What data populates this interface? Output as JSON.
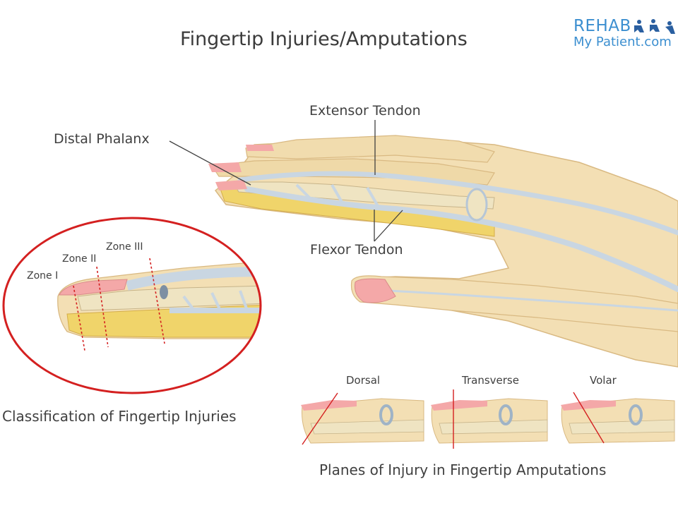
{
  "title": "Fingertip Injuries/Amputations",
  "logo": {
    "top_text": "REHAB",
    "bottom_text": "My Patient.com",
    "color": "#3c8fd0"
  },
  "labels": {
    "extensor_tendon": "Extensor Tendon",
    "distal_phalanx": "Distal Phalanx",
    "flexor_tendon": "Flexor Tendon"
  },
  "zones": [
    "Zone I",
    "Zone II",
    "Zone III"
  ],
  "planes": [
    "Dorsal",
    "Transverse",
    "Volar"
  ],
  "captions": {
    "classification": "Classification of Fingertip Injuries",
    "planes": "Planes of Injury in Fingertip Amputations"
  },
  "colors": {
    "skin": "#f3dfb4",
    "skin_dark": "#e6c98e",
    "fat": "#f0d46a",
    "nail": "#f4a8a8",
    "tendon": "#c9d6e2",
    "bone": "#efe4c2",
    "circle": "#d42020",
    "cut_line": "#d42020"
  }
}
